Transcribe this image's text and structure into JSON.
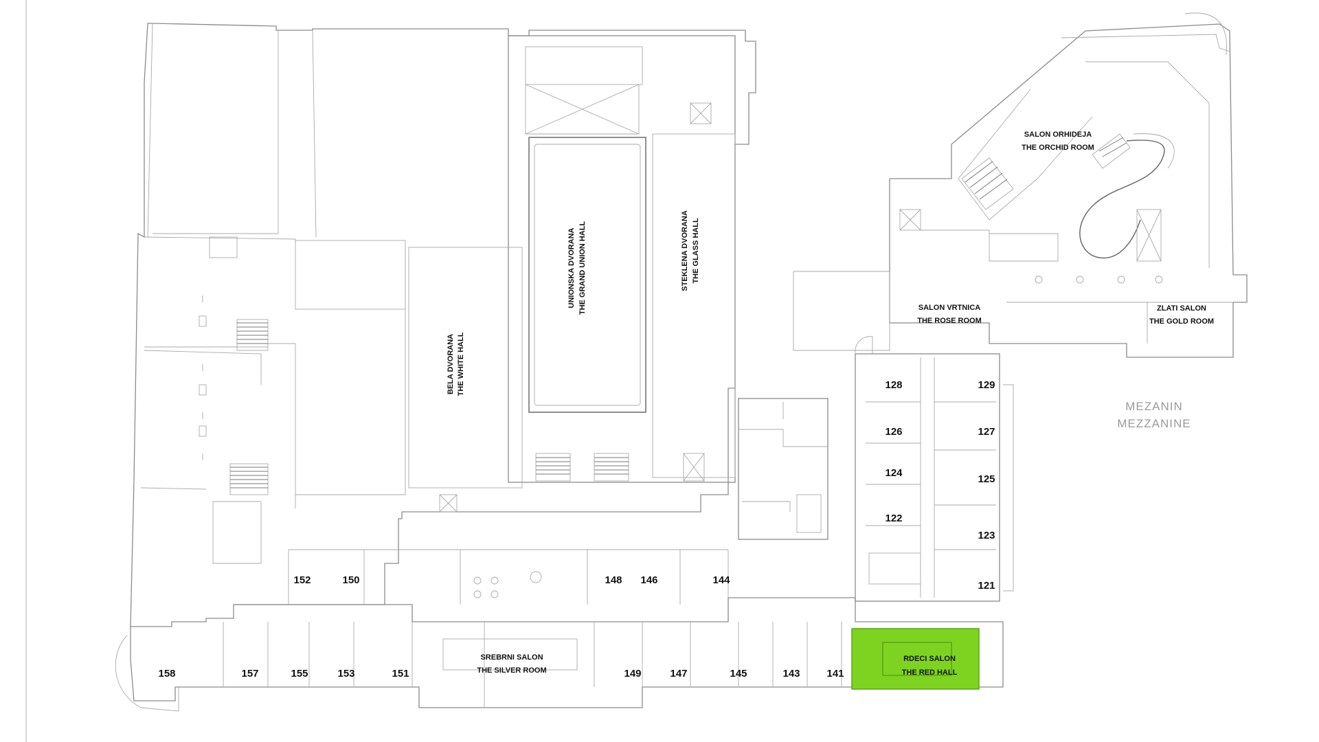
{
  "floor": {
    "name_sr": "MEZANIN",
    "name_en": "MEZZANINE"
  },
  "highlight_color": "#7ed321",
  "halls": {
    "grand_union": {
      "name_sr": "UNIONSKA DVORANA",
      "name_en": "THE GRAND UNION HALL"
    },
    "white": {
      "name_sr": "BELA DVORANA",
      "name_en": "THE WHITE HALL"
    },
    "glass": {
      "name_sr": "STEKLENA DVORANA",
      "name_en": "THE GLASS HALL"
    },
    "orchid": {
      "name_sr": "SALON ORHIDEJA",
      "name_en": "THE ORCHID ROOM"
    },
    "rose": {
      "name_sr": "SALON VRTNICA",
      "name_en": "THE ROSE ROOM"
    },
    "gold": {
      "name_sr": "ZLATI SALON",
      "name_en": "THE GOLD ROOM"
    },
    "silver": {
      "name_sr": "SREBRNI SALON",
      "name_en": "THE SILVER ROOM"
    },
    "red": {
      "name_sr": "RDECI SALON",
      "name_en": "THE RED HALL",
      "selected": true
    }
  },
  "rooms": {
    "r128": "128",
    "r129": "129",
    "r126": "126",
    "r127": "127",
    "r124": "124",
    "r125": "125",
    "r122": "122",
    "r123": "123",
    "r121": "121",
    "r152": "152",
    "r150": "150",
    "r148": "148",
    "r146": "146",
    "r144": "144",
    "r158": "158",
    "r157": "157",
    "r155": "155",
    "r153": "153",
    "r151": "151",
    "r149": "149",
    "r147": "147",
    "r145": "145",
    "r143": "143",
    "r141": "141"
  }
}
